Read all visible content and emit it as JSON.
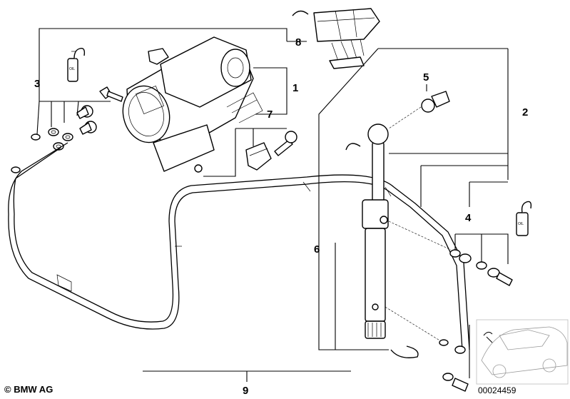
{
  "callouts": {
    "c1": "1",
    "c2": "2",
    "c3": "3",
    "c4": "4",
    "c5": "5",
    "c6": "6",
    "c7": "7",
    "c8": "8",
    "c9": "9"
  },
  "footer": {
    "copyright": "© BMW AG",
    "image_number": "00024459"
  },
  "small_labels": {
    "cap_left": "OIL",
    "cap_right": "OIL"
  }
}
